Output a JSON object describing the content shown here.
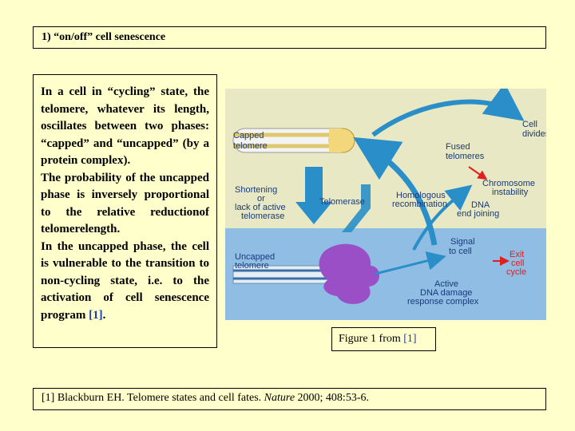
{
  "header": {
    "title": "1)   “on/off” cell senescence"
  },
  "body_text": {
    "para1": "In a cell in “cycling” state, the telomere, whatever its length, oscillates between two phases: “capped” and “uncapped” (by a protein complex).",
    "para2": "The probability of the uncapped phase is inversely proportional to the relative reductionof telomerelength.",
    "para3_pre": "In the uncapped phase, the cell is vulnerable to the transition to non-cycling state, i.e. to the activation of cell senescence program ",
    "para3_ref": "[1]",
    "para3_post": "."
  },
  "figure": {
    "capped_telomere": [
      "Capped",
      "telomere"
    ],
    "cell_divides": [
      "Cell",
      "divides"
    ],
    "fused_telomeres": [
      "Fused",
      "telomeres"
    ],
    "chromosome_instability": [
      "Chromosome",
      "instability"
    ],
    "shortening": [
      "Shortening",
      "or",
      "lack of active",
      "telomerase"
    ],
    "telomerase": "Telomerase",
    "homologous_recombination": [
      "Homologous",
      "recombination"
    ],
    "dna_end_joining": [
      "DNA",
      "end joining"
    ],
    "uncapped_telomere": [
      "Uncapped",
      "telomere"
    ],
    "signal_to_cell": [
      "Signal",
      "to cell"
    ],
    "exit_cell_cycle": [
      "Exit",
      "cell",
      "cycle"
    ],
    "active_dna_damage": [
      "Active",
      "DNA damage",
      "response complex"
    ],
    "colors": {
      "top_panel": "#e8e8c4",
      "bottom_panel": "#8fbde3",
      "arrow_blue": "#2a8fc9",
      "complex_purple": "#9a4fc6",
      "capped_cap": "#f2d87a",
      "label_red": "#e02020"
    }
  },
  "caption": {
    "text": "Figure 1 from ",
    "ref": "[1]"
  },
  "footer": {
    "pre": "[1] Blackburn EH. Telomere states and cell fates. ",
    "journal": "Nature",
    "post": " 2000; 408:53-6."
  }
}
